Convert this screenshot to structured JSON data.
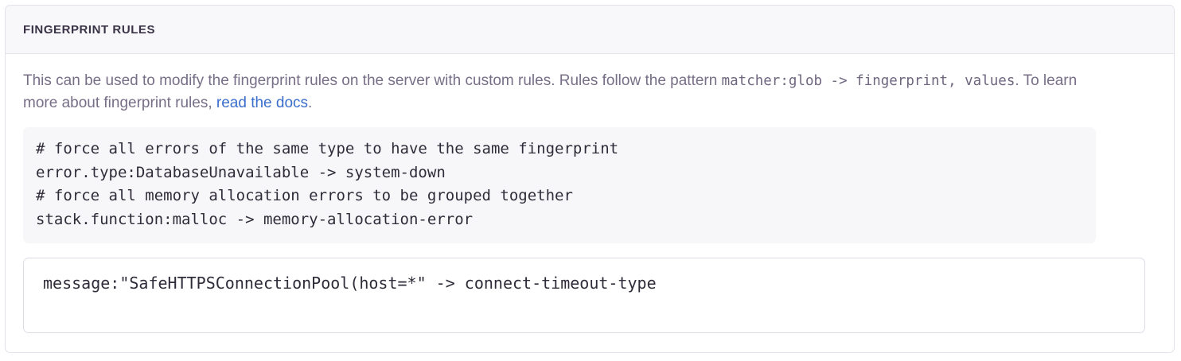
{
  "panel": {
    "title": "FINGERPRINT RULES",
    "colors": {
      "title": "#3a3245",
      "body_text": "#776e87",
      "link": "#3b6ecc",
      "code_text": "#2f2b38",
      "code_background": "#f7f7fa",
      "header_background": "#f8f8fb",
      "border": "#e3e2ea"
    }
  },
  "description": {
    "text_before_code": "This can be used to modify the fingerprint rules on the server with custom rules. Rules follow the pattern ",
    "inline_code": "matcher:glob -> fingerprint, values",
    "text_after_code": ". To learn more about fingerprint rules, ",
    "link_label": "read the docs",
    "text_after_link": "."
  },
  "example_code": {
    "lines": [
      "# force all errors of the same type to have the same fingerprint",
      "error.type:DatabaseUnavailable -> system-down",
      "# force all memory allocation errors to be grouped together",
      "stack.function:malloc -> memory-allocation-error"
    ]
  },
  "rules_input": {
    "value": "message:\"SafeHTTPSConnectionPool(host=*\" -> connect-timeout-type",
    "placeholder": ""
  }
}
